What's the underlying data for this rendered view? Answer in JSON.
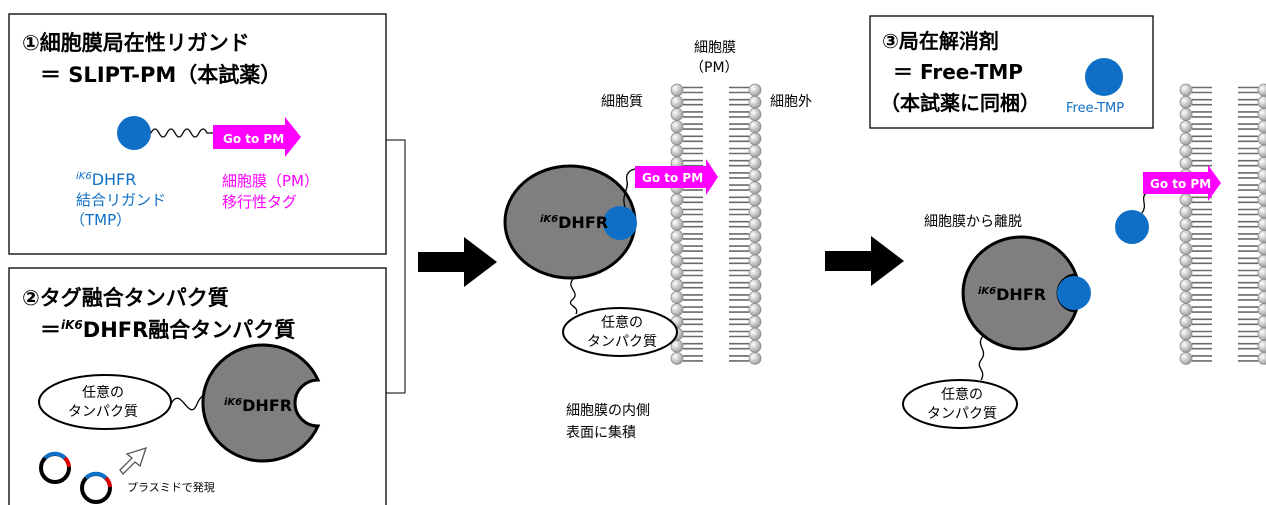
{
  "colors": {
    "ligand_blue": "#0F6FC6",
    "tag_magenta": "#FF00FF",
    "protein_gray": "#7F7F7F",
    "arrow_black": "#000000"
  },
  "panel1": {
    "title_line1": "①細胞膜局在性リガンド",
    "title_line2": "＝ SLIPT-PM（本試薬）",
    "tag_label": "Go to PM",
    "ligand_sup": "iK6",
    "ligand_line1": "DHFR",
    "ligand_line2": "結合リガンド",
    "ligand_line3": "（TMP）",
    "tag_desc_line1": "細胞膜（PM）",
    "tag_desc_line2": "移行性タグ"
  },
  "panel2": {
    "title_line1": "②タグ融合タンパク質",
    "title_prefix": "＝",
    "title_sup": "iK6",
    "title_rest": "DHFR融合タンパク質",
    "protein_line1": "任意の",
    "protein_line2": "タンパク質",
    "dhfr_sup": "iK6",
    "dhfr_label": "DHFR",
    "plasmid_label": "プラスミドで発現"
  },
  "middle": {
    "membrane_label_line1": "細胞膜",
    "membrane_label_line2": "（PM）",
    "inside_label": "細胞質",
    "outside_label": "細胞外",
    "tag_label": "Go to PM",
    "dhfr_sup": "iK6",
    "dhfr_label": "DHFR",
    "protein_line1": "任意の",
    "protein_line2": "タンパク質",
    "caption_line1": "細胞膜の内側",
    "caption_line2": "表面に集積"
  },
  "panel3": {
    "title_line1": "③局在解消剤",
    "title_line2": "＝ Free-TMP",
    "title_line3": "（本試薬に同梱）",
    "free_label": "Free-TMP"
  },
  "right": {
    "release_label": "細胞膜から離脱",
    "tag_label": "Go to PM",
    "dhfr_sup": "iK6",
    "dhfr_label": "DHFR",
    "protein_line1": "任意の",
    "protein_line2": "タンパク質"
  }
}
